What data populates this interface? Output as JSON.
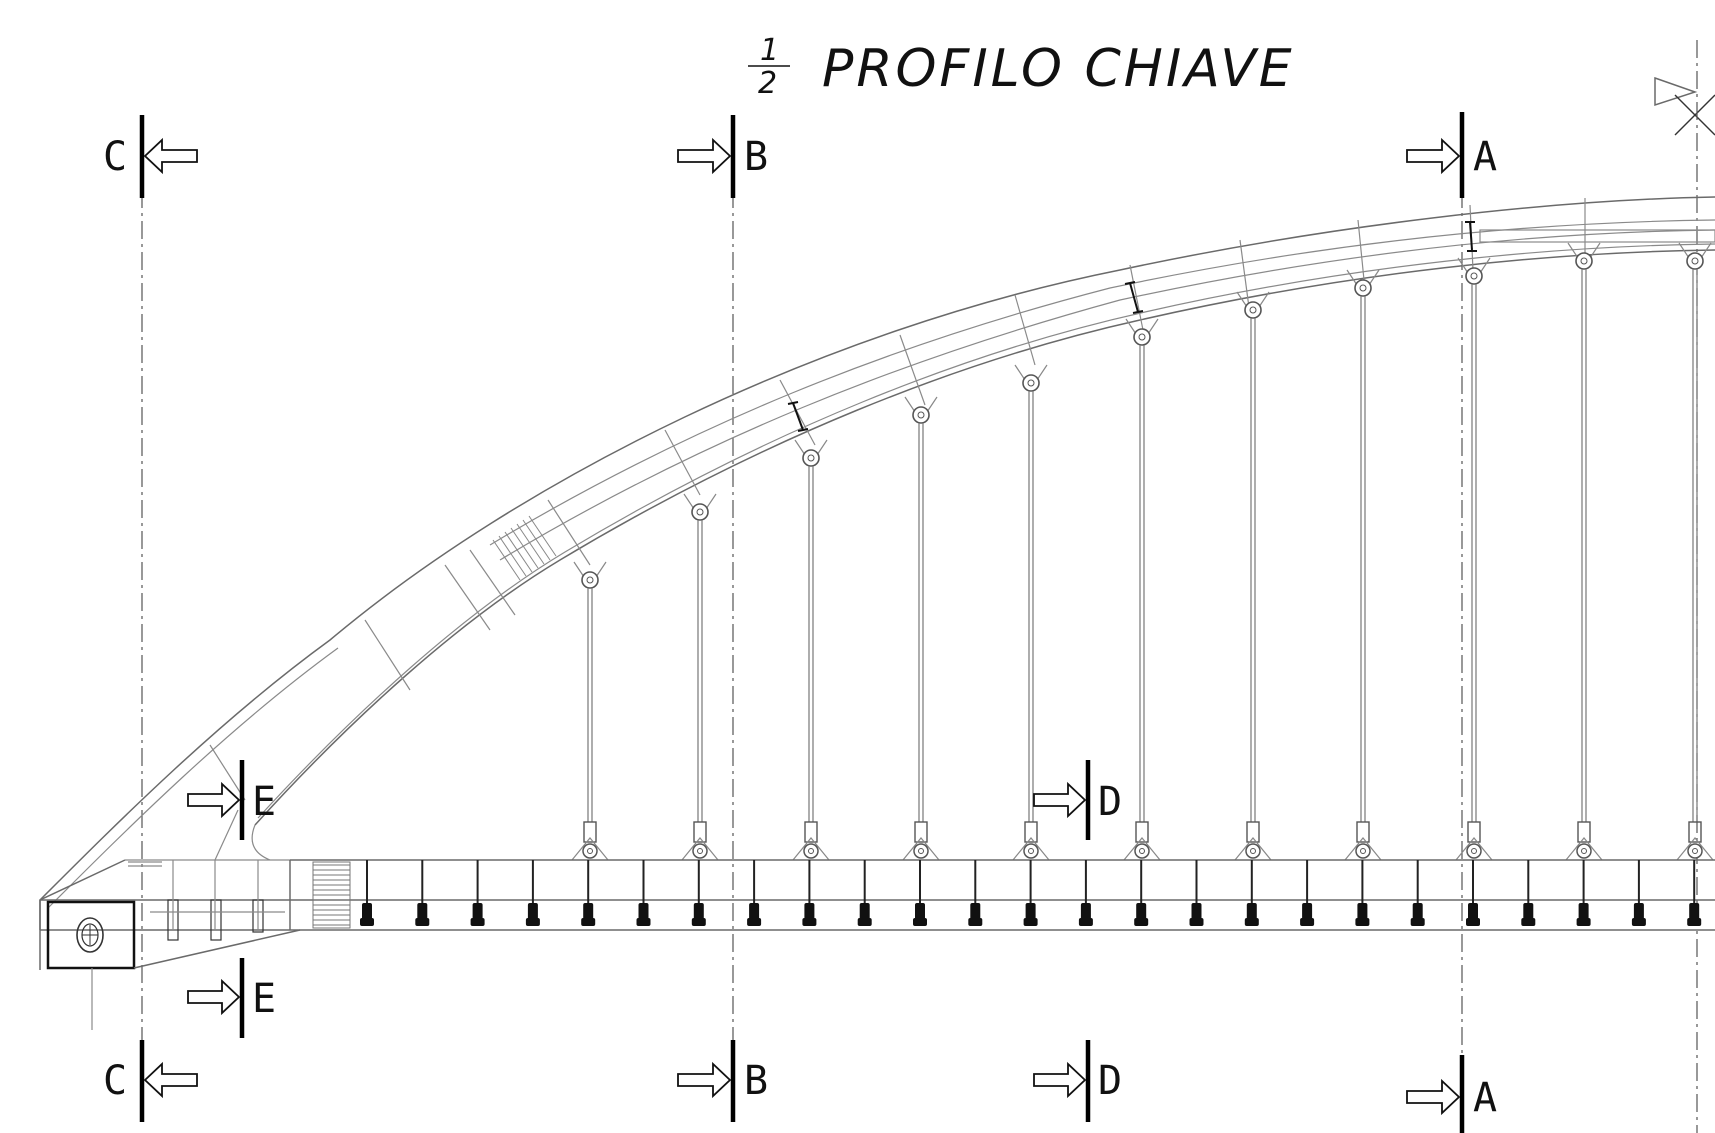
{
  "title": {
    "fraction_num": "1",
    "fraction_den": "2",
    "text": "PROFILO CHIAVE"
  },
  "section_marks": [
    {
      "id": "cut-c-top",
      "letter": "C"
    },
    {
      "id": "cut-b-top",
      "letter": "B"
    },
    {
      "id": "cut-a-top",
      "letter": "A"
    },
    {
      "id": "cut-e-top",
      "letter": "E"
    },
    {
      "id": "cut-d-top",
      "letter": "D"
    },
    {
      "id": "cut-e-bottom",
      "letter": "E"
    },
    {
      "id": "cut-c-bottom",
      "letter": "C"
    },
    {
      "id": "cut-b-bottom",
      "letter": "B"
    },
    {
      "id": "cut-d-bottom",
      "letter": "D"
    },
    {
      "id": "cut-a-bottom",
      "letter": "A"
    }
  ],
  "colors": {
    "line": "#8a8a8a",
    "ink": "#111111",
    "background": "#ffffff"
  }
}
